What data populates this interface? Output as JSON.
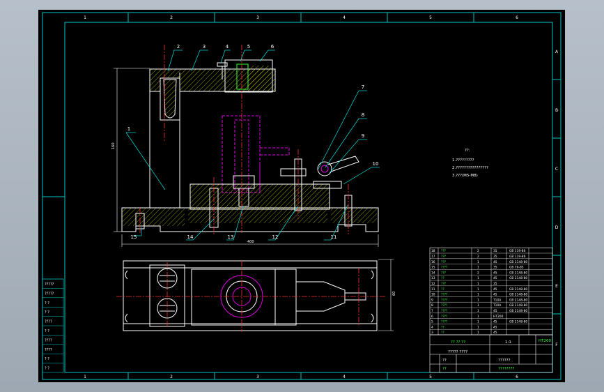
{
  "colors": {
    "frame": "#00c8c8",
    "geometry": "#ffffff",
    "hatch": "#c8c800",
    "hidden": "#e000e0",
    "centerline": "#ff3030",
    "leader": "#00e0e0",
    "text": "#ffffff",
    "green": "#33ff33"
  },
  "grid": {
    "top": [
      "1",
      "2",
      "3",
      "4",
      "5",
      "6"
    ],
    "bottom": [
      "1",
      "2",
      "3",
      "4",
      "5",
      "6"
    ],
    "right": [
      "A",
      "B",
      "C",
      "D",
      "E",
      "F"
    ]
  },
  "balloons": [
    "1",
    "2",
    "3",
    "4",
    "5",
    "6",
    "7",
    "8",
    "9",
    "10",
    "11",
    "12",
    "13",
    "14",
    "15"
  ],
  "notes": {
    "title": "??:",
    "line1": "1.?????????",
    "line2": "2.????????????????",
    "line3": "3.???(M5-M8)"
  },
  "dimensions": {
    "height": "160",
    "width": "400",
    "depth": "60"
  },
  "bom_rows": [
    {
      "no": "18",
      "name": "???",
      "qty": "2",
      "mat": "35",
      "std": "GB 119-86"
    },
    {
      "no": "17",
      "name": "???",
      "qty": "2",
      "mat": "35",
      "std": "GB 119-86"
    },
    {
      "no": "16",
      "name": "???",
      "qty": "1",
      "mat": "45",
      "std": "GB 2148-80"
    },
    {
      "no": "15",
      "name": "????",
      "qty": "1",
      "mat": "35",
      "std": "GB 70-85"
    },
    {
      "no": "14",
      "name": "???",
      "qty": "2",
      "mat": "45",
      "std": "GB 2148-80"
    },
    {
      "no": "13",
      "name": "??",
      "qty": "1",
      "mat": "45",
      "std": "GB 2148-80"
    },
    {
      "no": "12",
      "name": "???",
      "qty": "1",
      "mat": "35",
      "std": ""
    },
    {
      "no": "11",
      "name": "??",
      "qty": "1",
      "mat": "45",
      "std": "GB 2148-80"
    },
    {
      "no": "10",
      "name": "????",
      "qty": "1",
      "mat": "45",
      "std": "GB 2148-80"
    },
    {
      "no": "9",
      "name": "????",
      "qty": "1",
      "mat": "T10A",
      "std": "GB 2148-80"
    },
    {
      "no": "8",
      "name": "????",
      "qty": "1",
      "mat": "T10A",
      "std": "GB 2148-80"
    },
    {
      "no": "7",
      "name": "????",
      "qty": "1",
      "mat": "45",
      "std": "GB 2148-80"
    },
    {
      "no": "6",
      "name": "????",
      "qty": "1",
      "mat": "HT200",
      "std": ""
    },
    {
      "no": "5",
      "name": "????",
      "qty": "1",
      "mat": "45",
      "std": "GB 2148-80"
    },
    {
      "no": "4",
      "name": "??",
      "qty": "1",
      "mat": "45",
      "std": ""
    },
    {
      "no": "3",
      "name": "??",
      "qty": "1",
      "mat": "45",
      "std": ""
    }
  ],
  "title_block": {
    "name": "?? ?? ??",
    "sub": "????? ????",
    "scale": "1:1",
    "material": "HT200",
    "drawing_no": "??????",
    "company": "????????",
    "designer": "??",
    "reviewer": "??"
  },
  "left_strip": [
    "?????",
    "?????",
    "? ?",
    "? ?",
    "????",
    "? ?",
    "????",
    "????",
    "? ?",
    "? ?"
  ]
}
